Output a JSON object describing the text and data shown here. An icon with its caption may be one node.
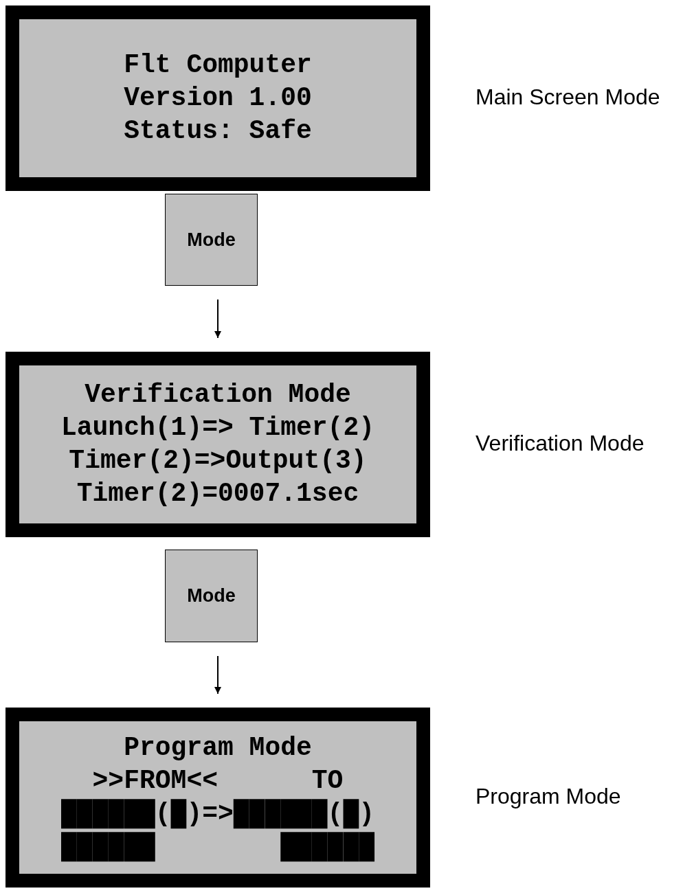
{
  "diagram": {
    "nodes": [
      {
        "text": [
          "Flt Computer",
          "Version 1.00",
          "Status: Safe"
        ],
        "beside": [
          "Main Screen Mode"
        ]
      },
      {
        "text": [
          "Mode"
        ]
      },
      {
        "text": [
          "Verification Mode",
          "Launch(1)=> Timer(2)",
          "Timer(2)=>Output(3)",
          "Timer(2)=0007.1sec"
        ],
        "beside": [
          "Verification Mode"
        ]
      },
      {
        "text": [
          "Mode"
        ]
      },
      {
        "text": [
          "Program Mode",
          ">>FROM<<      TO",
          "██████(█)=>██████(█)",
          "██████        ██████"
        ],
        "beside": [
          "Program Mode"
        ]
      }
    ],
    "edges": [
      {
        "from": 1,
        "to": 2,
        "arrow": "to"
      },
      {
        "from": 3,
        "to": 4,
        "arrow": "to"
      }
    ]
  }
}
